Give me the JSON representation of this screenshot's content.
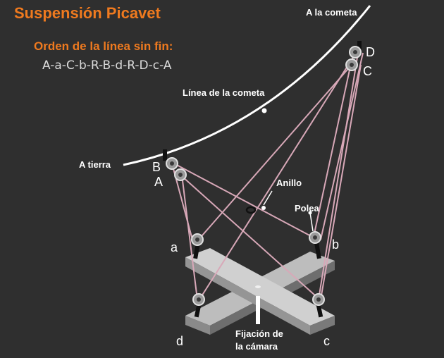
{
  "title": "Suspensión Picavet",
  "order_heading": "Orden de la línea sin fin:",
  "order_sequence": "A-a-C-b-R-B-d-R-D-c-A",
  "labels": {
    "to_kite": "A la cometa",
    "to_ground": "A tierra",
    "kite_line": "Línea de la cometa",
    "ring": "Anillo",
    "pulley": "Polea",
    "camera_mount_1": "Fijación de",
    "camera_mount_2": "la cámara"
  },
  "points": {
    "A": "A",
    "B": "B",
    "C": "C",
    "D": "D",
    "a": "a",
    "b": "b",
    "c": "c",
    "d": "d"
  },
  "colors": {
    "background": "#2f2f2f",
    "accent": "#ef7a1f",
    "line": "#d8a8b8",
    "text": "#ffffff"
  }
}
